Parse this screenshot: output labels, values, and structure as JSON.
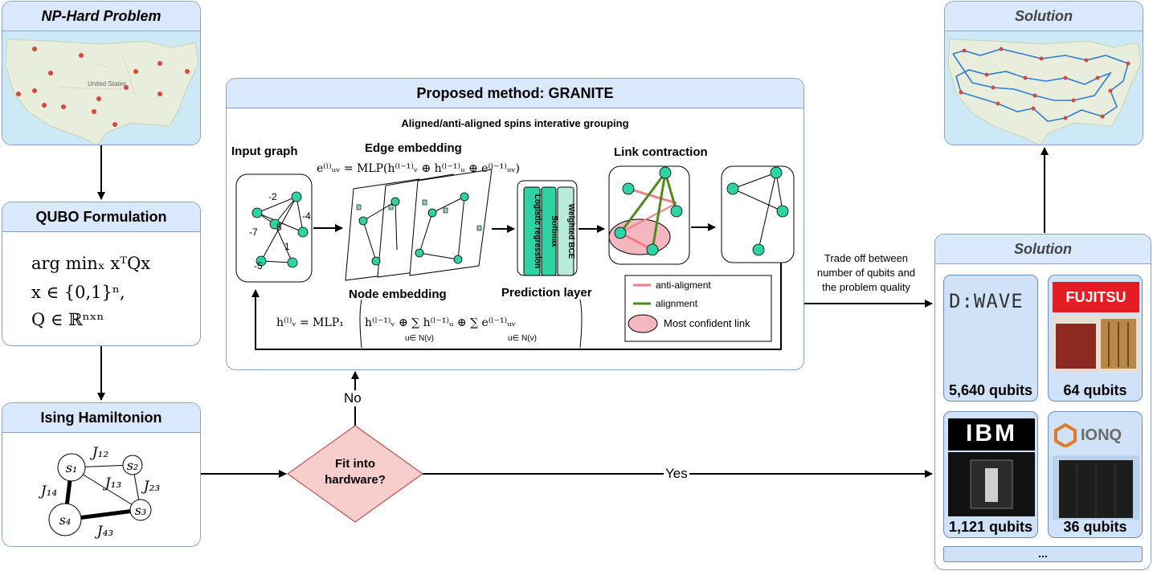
{
  "np_card": {
    "title": "NP-Hard Problem",
    "map_label": "United States"
  },
  "qubo_card": {
    "title": "QUBO Formulation",
    "line1": "arg minₓ xᵀQx",
    "line2": "x ∈ {0,1}ⁿ,",
    "line3": "Q ∈ ℝⁿˣⁿ"
  },
  "ising_card": {
    "title": "Ising Hamiltonion",
    "nodes": [
      "s₁",
      "s₂",
      "s₃",
      "s₄"
    ],
    "couplings": [
      "J₁₂",
      "J₁₃",
      "J₂₃",
      "J₁₄",
      "J₄₃"
    ]
  },
  "decision": {
    "label": "Fit into hardware?",
    "no": "No",
    "yes": "Yes"
  },
  "granite": {
    "title": "Proposed method: GRANITE",
    "subtitle": "Aligned/anti-aligned spins interative grouping",
    "input_graph": "Input graph",
    "edge_embedding": "Edge embedding",
    "node_embedding": "Node embedding",
    "prediction_layer": "Prediction layer",
    "link_contraction": "Link contraction",
    "edge_weights": [
      "-2",
      "-4",
      "5",
      "-7",
      "-5",
      "1"
    ],
    "layers": [
      "Logistic regression",
      "Softmax",
      "Weighted BCE"
    ],
    "edge_formula": "e⁽ˡ⁾ᵤᵥ  =  MLP(h⁽ˡ⁻¹⁾ᵥ ⊕ h⁽ˡ⁻¹⁾ᵤ ⊕ e⁽ˡ⁻¹⁾ᵤᵥ)",
    "node_formula_lhs": "h⁽ˡ⁾ᵥ  = MLP₁",
    "node_formula_rhs": "h⁽ˡ⁻¹⁾ᵥ ⊕ ∑ h⁽ˡ⁻¹⁾ᵤ ⊕ ∑ e⁽ˡ⁻¹⁾ᵤᵥ",
    "sum_sub": "u∈ N(v)",
    "legend": [
      "anti-aligment",
      "alignment",
      "Most confident link"
    ]
  },
  "tradeoff_text": [
    "Trade off between",
    "number of qubits and",
    "the problem quality"
  ],
  "solution_top": {
    "title": "Solution"
  },
  "solution_panel": {
    "title": "Solution",
    "qpus": [
      {
        "logo": "D:WAVE",
        "caption": "5,640 qubits"
      },
      {
        "logo": "FUJITSU",
        "caption": "64 qubits"
      },
      {
        "logo": "IBM",
        "caption": "1,121 qubits"
      },
      {
        "logo": "IONQ",
        "caption": "36 qubits"
      }
    ],
    "more": "..."
  },
  "colors": {
    "header": "#dae8fc",
    "border": "#6c8ebf",
    "node": "#2ed3a4",
    "decision": "#f8cecc",
    "anti": "#f08080",
    "align": "#4d8a1b"
  }
}
